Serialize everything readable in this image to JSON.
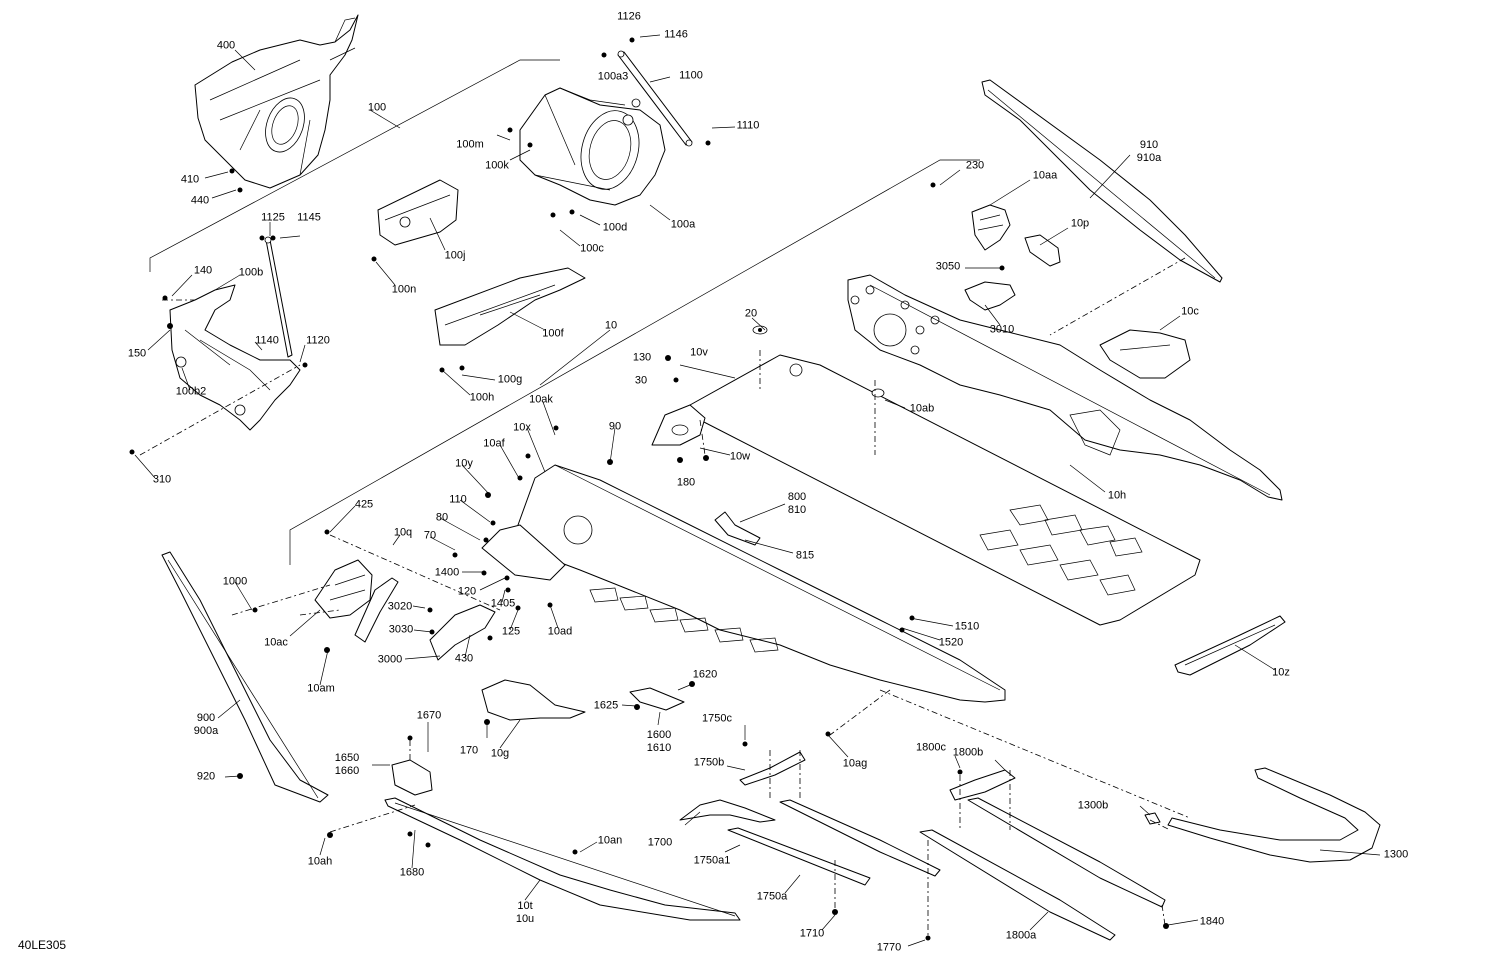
{
  "diagram_code": "40LE305",
  "labels": {
    "l400": "400",
    "l100": "100",
    "l410": "410",
    "l440": "440",
    "l1126": "1126",
    "l1146": "1146",
    "l100a3": "100a3",
    "l1100": "1100",
    "l100m": "100m",
    "l100k": "100k",
    "l1110": "1110",
    "l100d": "100d",
    "l100c": "100c",
    "l100a": "100a",
    "l910": "910\n910a",
    "l230": "230",
    "l10aa": "10aa",
    "l10p": "10p",
    "l3050": "3050",
    "l3010": "3010",
    "l10c": "10c",
    "l1125": "1125",
    "l1145": "1145",
    "l140": "140",
    "l100b": "100b",
    "l150": "150",
    "l1140": "1140",
    "l1120": "1120",
    "l100b2": "100b2",
    "l310": "310",
    "l100j": "100j",
    "l100n": "100n",
    "l100f": "100f",
    "l10": "10",
    "l100g": "100g",
    "l100h": "100h",
    "l20": "20",
    "l130": "130",
    "l10v": "10v",
    "l30": "30",
    "l10ab": "10ab",
    "l10w": "10w",
    "l180": "180",
    "l10h": "10h",
    "l10ak": "10ak",
    "l10x": "10x",
    "l90": "90",
    "l10af": "10af",
    "l10y": "10y",
    "l110": "110",
    "l80": "80",
    "l70": "70",
    "l800": "800\n810",
    "l815": "815",
    "l425": "425",
    "l10q": "10q",
    "l1400": "1400",
    "l120": "120",
    "l1405": "1405",
    "l125": "125",
    "l10ad": "10ad",
    "l3020": "3020",
    "l3030": "3030",
    "l3000": "3000",
    "l430": "430",
    "l1000": "1000",
    "l10ac": "10ac",
    "l10am": "10am",
    "l1510": "1510",
    "l1520": "1520",
    "l10z": "10z",
    "l1620": "1620",
    "l1625": "1625",
    "l1600": "1600\n1610",
    "l170": "170",
    "l10g": "10g",
    "l1670": "1670",
    "l1650": "1650\n1660",
    "l900": "900\n900a",
    "l920": "920",
    "l1750c": "1750c",
    "l1750b": "1750b",
    "l10ag": "10ag",
    "l1800c": "1800c",
    "l1800b": "1800b",
    "l1300b": "1300b",
    "l1300": "1300",
    "l1700": "1700",
    "l1750a1": "1750a1",
    "l10an": "10an",
    "l10ah": "10ah",
    "l1680": "1680",
    "l10t": "10t\n10u",
    "l1750a": "1750a",
    "l1710": "1710",
    "l1770": "1770",
    "l1800a": "1800a",
    "l1840": "1840"
  }
}
